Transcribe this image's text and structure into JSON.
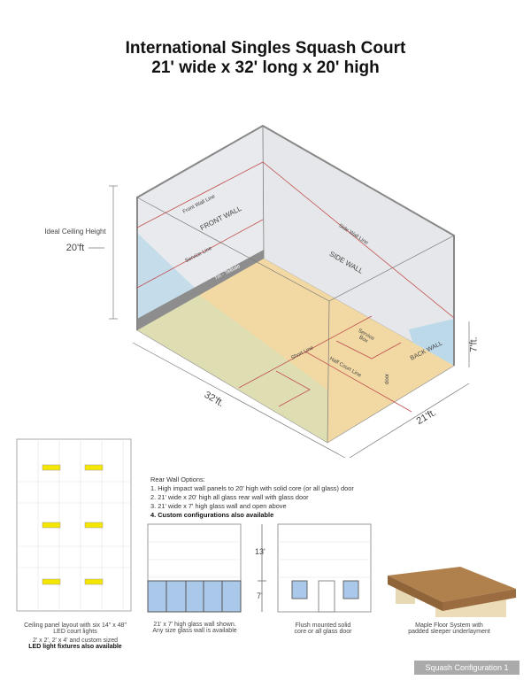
{
  "title": {
    "line1": "International Singles Squash Court",
    "line2": "21' wide x 32' long x 20' high"
  },
  "court": {
    "ceiling_label": "Ideal Ceiling Height",
    "ceiling_value": "20'ft",
    "length": "32'ft.",
    "width": "21'ft.",
    "glass_height": "7'ft.",
    "labels": {
      "front_wall_line": "Front Wall Line",
      "front_wall": "FRONT WALL",
      "service_line": "Service Line",
      "tin": "Tin - Telltale",
      "side_wall_line": "Side Wall Line",
      "side_wall": "SIDE WALL",
      "short_line": "Short Line",
      "service_box": "Service Box",
      "half_court_line": "Half Court Line",
      "door": "door",
      "back_wall": "BACK WALL"
    },
    "colors": {
      "wall": "#e8e9ec",
      "floor": "#f2d9a4",
      "glass": "#bcd9ea",
      "line": "#c0504d"
    }
  },
  "ceiling": {
    "caption1": "Ceiling panel layout with six 14\" x 48\"",
    "caption2": "LED court lights",
    "caption3": "2' x 2', 2' x 4' and custom sized",
    "caption4": "LED light fixtures also available",
    "light_color": "#f5e600"
  },
  "rear_wall": {
    "heading": "Rear Wall Options:",
    "options": [
      "1. High impact wall panels to 20' high with solid core (or all glass) door",
      "2. 21' wide x 20' high all glass rear wall with glass door",
      "3. 21' wide x 7' high glass wall and open above",
      "4. Custom configurations also available"
    ],
    "dim_upper": "13'",
    "dim_lower": "7'",
    "glass_caption1": "21' x 7' high glass wall shown.",
    "glass_caption2": "Any size glass wall is available",
    "door_caption1": "Flush mounted solid",
    "door_caption2": "core or all glass door"
  },
  "floor": {
    "caption1": "Maple Floor System with",
    "caption2": "padded sleeper underlayment"
  },
  "badge": "Squash Configuration 1"
}
